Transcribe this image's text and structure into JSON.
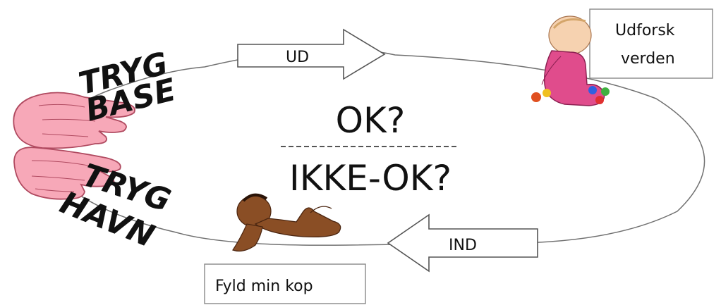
{
  "center": {
    "ok_label": "OK?",
    "not_ok_label": "IKKE-OK?"
  },
  "arrows": {
    "out_label": "UD",
    "in_label": "IND"
  },
  "boxes": {
    "explore_line1": "Udforsk",
    "explore_line2": "verden",
    "fill_label": "Fyld min kop"
  },
  "hands": {
    "base_word1": "TRYG",
    "base_word2": "BASE",
    "haven_word1": "TRYG",
    "haven_word2": "HAVN"
  },
  "colors": {
    "hand_fill": "#f7a8b8",
    "hand_outline": "#b04a60",
    "pink_outfit": "#e04c8c",
    "skin_light": "#f6d2b0",
    "skin_dark": "#8a4e25",
    "circle_line": "#707070"
  }
}
